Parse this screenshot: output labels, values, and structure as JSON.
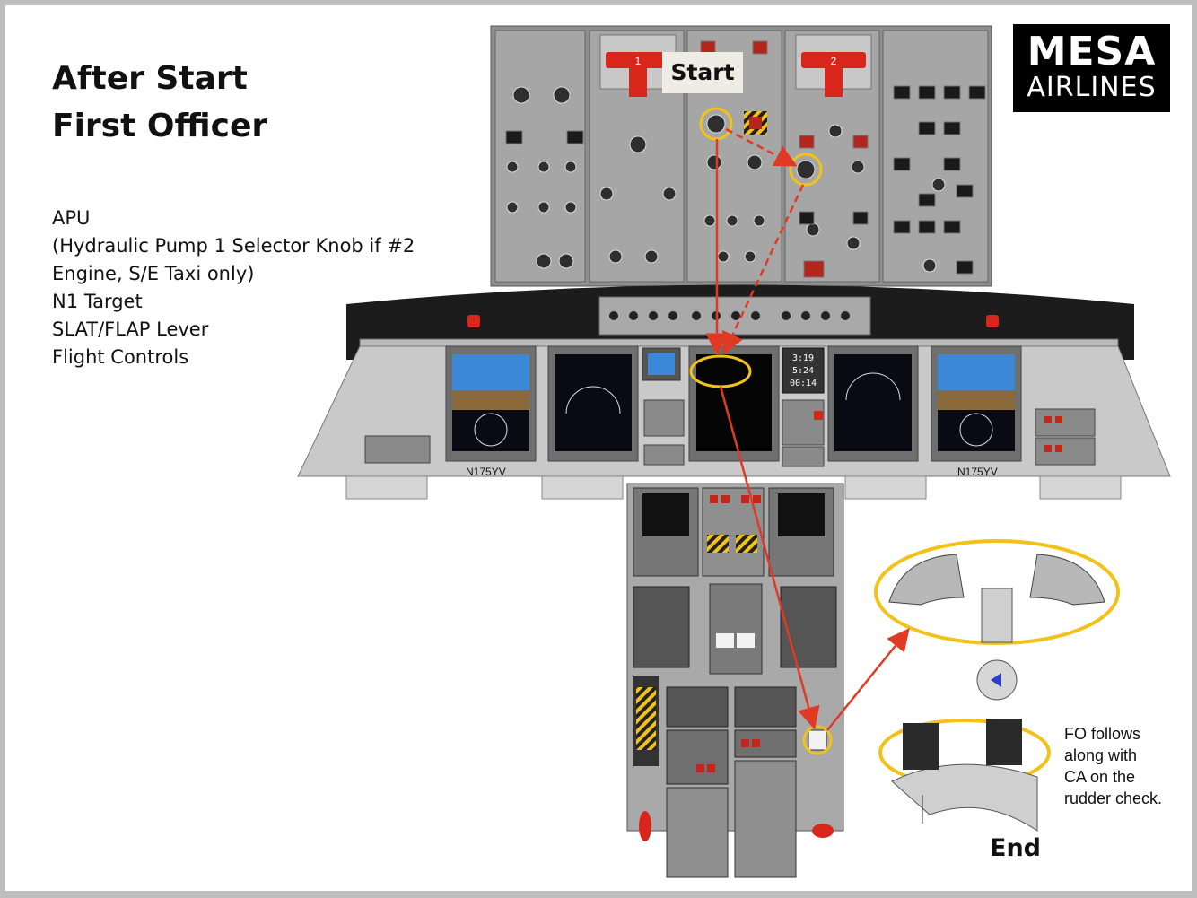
{
  "title_lines": [
    "After Start",
    "First Officer"
  ],
  "steps": [
    "APU",
    "(Hydraulic Pump 1 Selector Knob if #2",
    "Engine, S/E Taxi only)",
    "N1 Target",
    "SLAT/FLAP Lever",
    "Flight Controls"
  ],
  "logo": {
    "line1": "MESA",
    "line2": "AIRLINES"
  },
  "flow": {
    "start_label": "Start",
    "end_label": "End"
  },
  "fo_note": "FO follows along with CA on the rudder check.",
  "registration": "N175YV",
  "engine_handles": [
    "1",
    "2"
  ],
  "clock_digits": [
    "3:19",
    "5:24",
    "00:14"
  ],
  "colors": {
    "highlight": "#f2c21b",
    "arrow": "#e03a24",
    "panel": "#9c9c9c",
    "guard_red": "#d8261b"
  }
}
